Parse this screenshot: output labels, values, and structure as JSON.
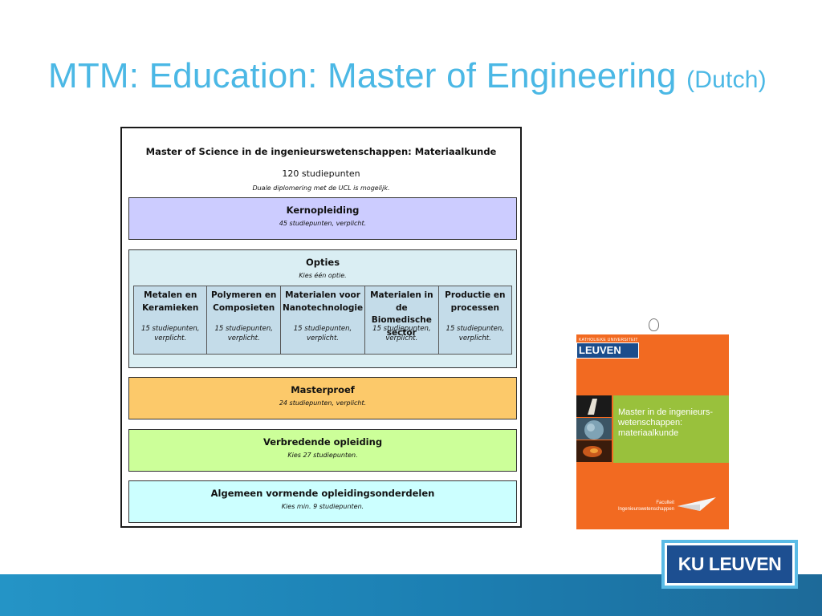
{
  "slide": {
    "title": "MTM: Education: Master of Engineering",
    "subtitle": "(Dutch)"
  },
  "figure": {
    "title": "Master of Science in de ingenieurswetenschappen: Materiaalkunde",
    "credits": "120 studiepunten",
    "note": "Duale diplomering met de UCL is mogelijk.",
    "blocks": {
      "kern": {
        "title": "Kernopleiding",
        "note": "45 studiepunten, verplicht.",
        "color": "#CCCCFF"
      },
      "opties": {
        "title": "Opties",
        "note": "Kies één optie.",
        "color": "#DAEEF3",
        "options": [
          {
            "name": "Metalen en Keramieken",
            "credits": "15 studiepunten, verplicht."
          },
          {
            "name": "Polymeren en Composieten",
            "credits": "15 studiepunten, verplicht."
          },
          {
            "name": "Materialen voor Nanotechnologie",
            "credits": "15 studiepunten, verplicht."
          },
          {
            "name": "Materialen in de Biomedische sector",
            "credits": "15 studiepunten, verplicht."
          },
          {
            "name": "Productie en processen",
            "credits": "15 studiepunten, verplicht."
          }
        ]
      },
      "masterproef": {
        "title": "Masterproef",
        "note": "24 studiepunten, verplicht.",
        "color": "#FCC96A"
      },
      "verbredende": {
        "title": "Verbredende opleiding",
        "note": "Kies 27 studiepunten.",
        "color": "#CCFF99"
      },
      "algemeen": {
        "title": "Algemeen vormende opleidingsonderdelen",
        "note": "Kies min. 9 studiepunten.",
        "color": "#CCFFFF"
      }
    }
  },
  "brochure": {
    "university": "KATHOLIEKE UNIVERSITEIT",
    "name": "LEUVEN",
    "program": "Master in de ingenieurs-wetenschappen: materiaalkunde",
    "faculty_line1": "Faculteit",
    "faculty_line2": "Ingenieurswetenschappen"
  },
  "logo": {
    "text": "KU LEUVEN"
  },
  "colors": {
    "title": "#4BB8E5",
    "brochure_orange": "#F26A21",
    "brochure_green": "#99C13C",
    "ku_blue": "#1D4F91",
    "footer": "#1C7FB2"
  }
}
